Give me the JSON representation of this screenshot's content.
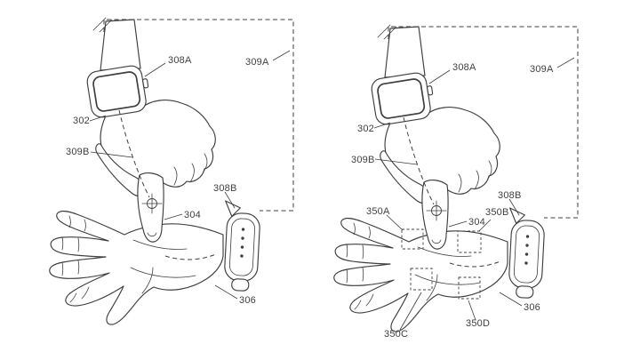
{
  "figure": {
    "description": "Two-panel patent drawing: a hand wearing a smartwatch points its index finger onto the palm of a second hand that wears a watch band; right panel adds dashed touch-zone boxes on the palm",
    "ink_color": "#3f3f3f",
    "background": "#ffffff"
  },
  "labels": {
    "left": {
      "308A": "308A",
      "309A": "309A",
      "302": "302",
      "309B": "309B",
      "304": "304",
      "308B": "308B",
      "306": "306"
    },
    "right": {
      "308A": "308A",
      "309A": "309A",
      "302": "302",
      "309B": "309B",
      "350A": "350A",
      "304": "304",
      "350B": "350B",
      "308B": "308B",
      "306": "306",
      "350C": "350C",
      "350D": "350D"
    }
  }
}
